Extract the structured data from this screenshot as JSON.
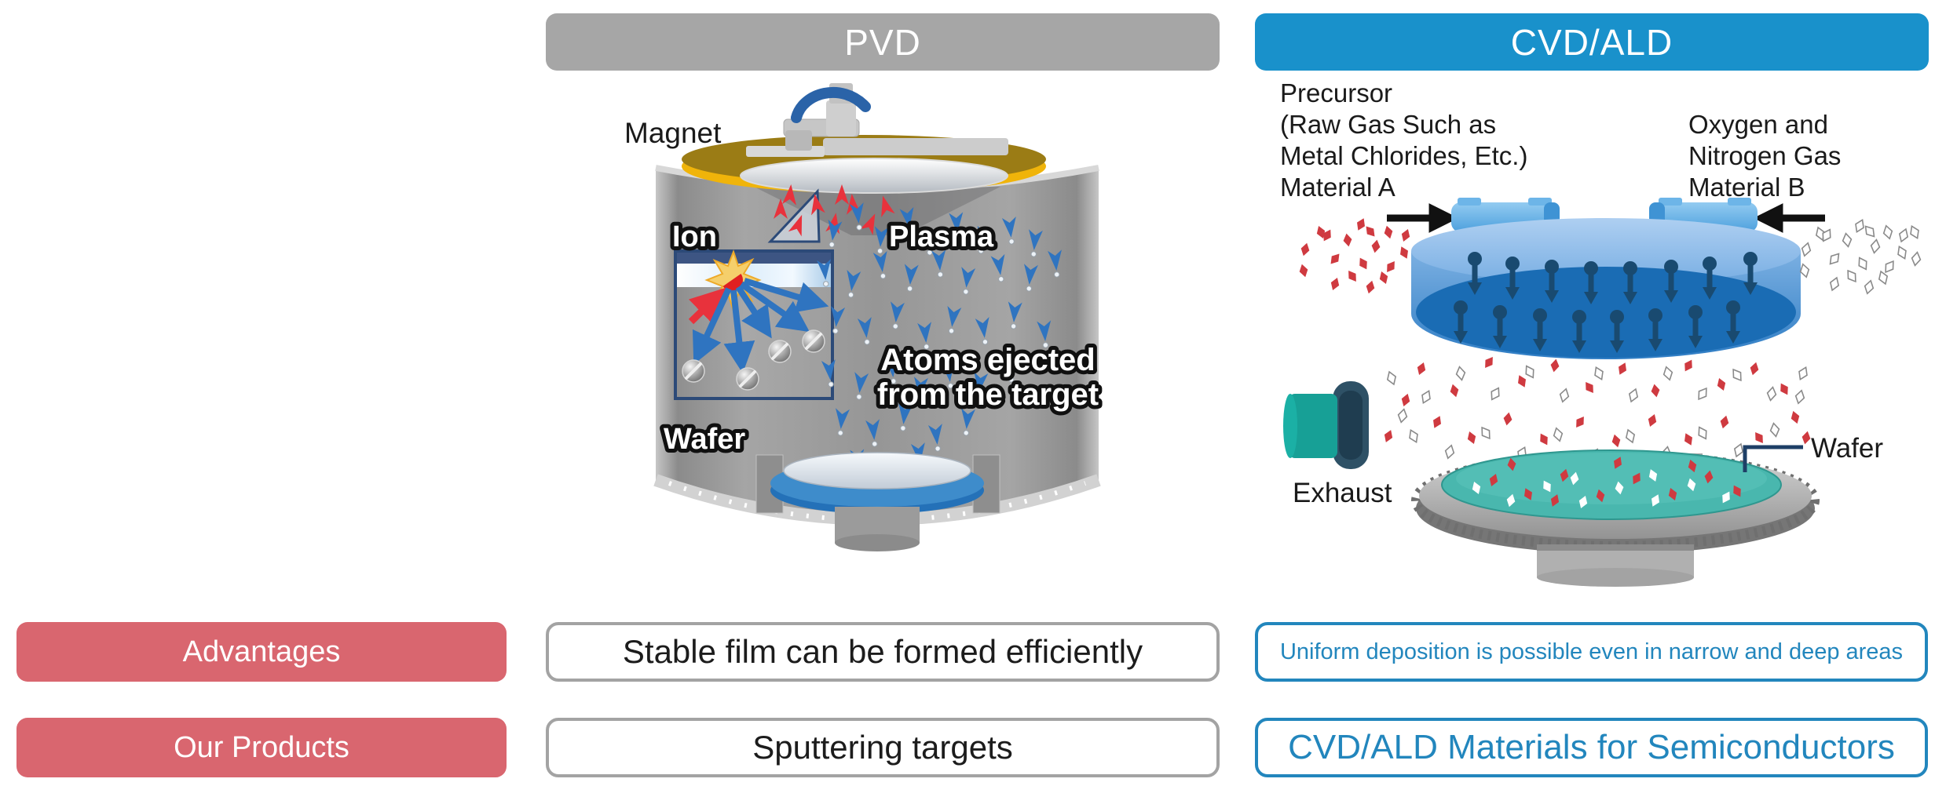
{
  "header": {
    "pvd": "PVD",
    "cvd": "CVD/ALD"
  },
  "rows": {
    "advantages": "Advantages",
    "products": "Our Products"
  },
  "pvd": {
    "advantage": "Stable film can be formed efficiently",
    "product": "Sputtering targets",
    "labels": {
      "magnet": "Magnet",
      "ion": "Ion",
      "plasma": "Plasma",
      "atoms1": "Atoms ejected",
      "atoms2": "from the target",
      "wafer": "Wafer"
    }
  },
  "cvd": {
    "advantage": "Uniform deposition is possible even in narrow and deep areas",
    "product": "CVD/ALD Materials for Semiconductors",
    "labels": {
      "precursor1": "Precursor",
      "precursor2": "(Raw Gas Such as",
      "precursor3": "Metal Chlorides, Etc.)",
      "precursor4": "Material A",
      "gas1": "Oxygen and",
      "gas2": "Nitrogen Gas",
      "gas3": "Material B",
      "exhaust": "Exhaust",
      "wafer": "Wafer"
    }
  },
  "colors": {
    "accent-red": "#d9666f",
    "accent-blue": "#1991cb",
    "blue-text": "#2286bd",
    "header-gray": "#a6a6a6"
  }
}
